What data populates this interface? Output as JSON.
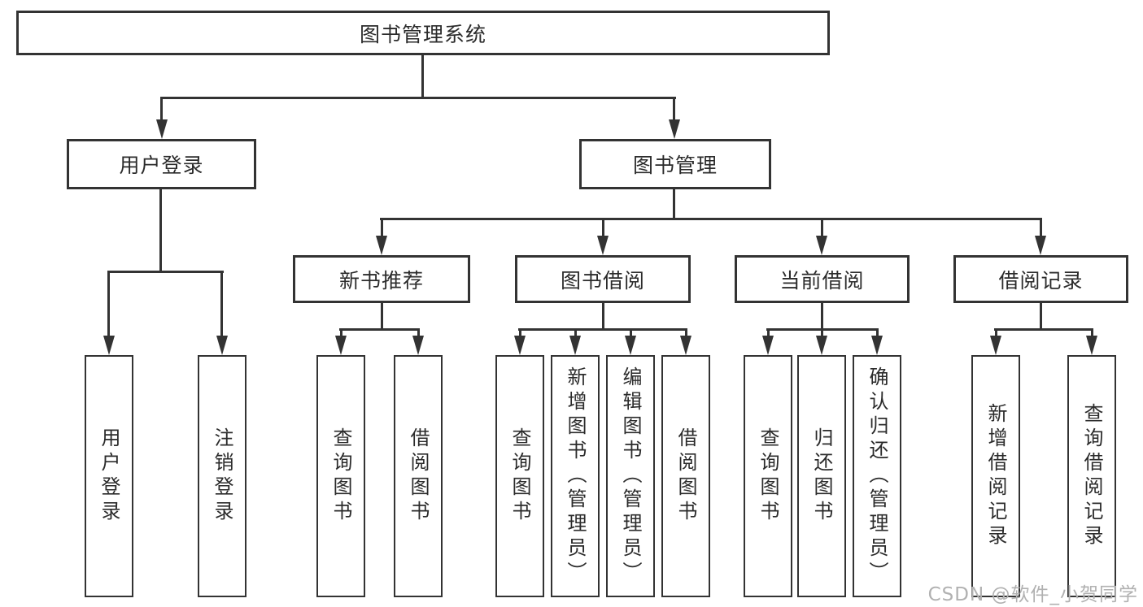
{
  "tree": {
    "root": "图书管理系统",
    "children": [
      {
        "label": "用户登录",
        "children": [
          "用户登录",
          "注销登录"
        ]
      },
      {
        "label": "图书管理",
        "children": [
          {
            "label": "新书推荐",
            "children": [
              "查询图书",
              "借阅图书"
            ]
          },
          {
            "label": "图书借阅",
            "children": [
              "查询图书",
              "新增图书（管理员）",
              "编辑图书（管理员）",
              "借阅图书"
            ]
          },
          {
            "label": "当前借阅",
            "children": [
              "查询图书",
              "归还图书",
              "确认归还（管理员）"
            ]
          },
          {
            "label": "借阅记录",
            "children": [
              "新增借阅记录",
              "查询借阅记录"
            ]
          }
        ]
      }
    ]
  },
  "watermark": "CSDN @软件_小贺同学",
  "colors": {
    "line": "#333333",
    "text": "#2b2b2b",
    "box_background": "#ffffff",
    "watermark": "#b1b1b1",
    "page_background": "#ffffff"
  }
}
